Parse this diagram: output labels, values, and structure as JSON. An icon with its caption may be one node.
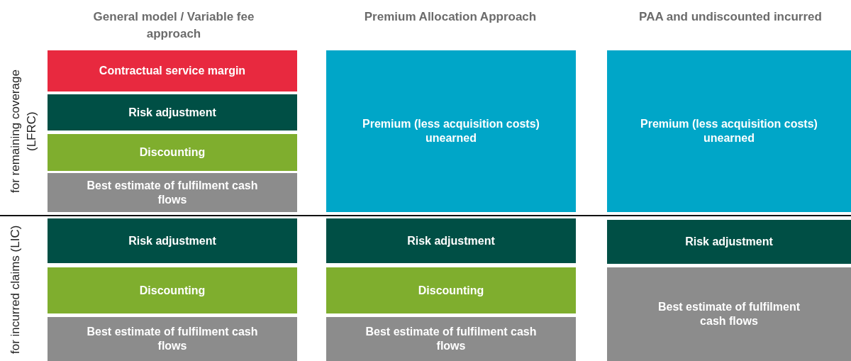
{
  "diagram": {
    "nodes": [
      {
        "text": [
          "Contractual service margin"
        ]
      },
      {
        "text": [
          "Premium (less acquisition costs) unearned"
        ]
      },
      {
        "text": [
          "Premium (less acquisition costs) unearned"
        ]
      },
      {
        "text": [
          "Risk adjustment"
        ]
      },
      {
        "text": [
          "Discounting"
        ]
      },
      {
        "text": [
          "Best estimate of fulfilment cash flows"
        ]
      },
      {
        "text": [
          "Risk adjustment"
        ]
      },
      {
        "text": [
          "Risk adjustment"
        ]
      },
      {
        "text": [
          "Risk adjustment"
        ]
      },
      {
        "text": [
          "Discounting"
        ]
      },
      {
        "text": [
          "Discounting"
        ]
      },
      {
        "text": [
          "Best estimate of fulfilment cash flows"
        ]
      },
      {
        "text": [
          "Best estimate of fulfilment cash flows"
        ]
      },
      {
        "text": [
          "Best estimate of fulfilment cash flows"
        ]
      }
    ],
    "labels": [
      "General model / Variable fee approach",
      "Premium Allocation Approach",
      "PAA and undiscounted incurred",
      "for remaining coverage (LFRC)",
      "for incurred claims (LIC)"
    ]
  }
}
